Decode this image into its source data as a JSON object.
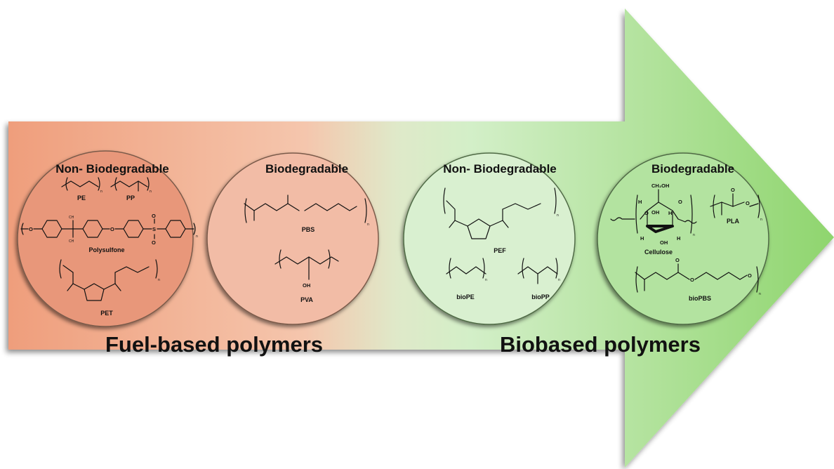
{
  "colors": {
    "fuel_start": "#ef9e7c",
    "fuel_mid": "#f5c6ad",
    "transition": "#dfe9c9",
    "bio_light": "#d3efc8",
    "bio_end": "#8fd56e",
    "circle_fuel_nb": "#e8977a",
    "circle_fuel_b": "#f2bca6",
    "circle_bio_nb": "#d9f0d0",
    "circle_bio_b": "#b3e3a0"
  },
  "band": {
    "fuel_label": "Fuel-based polymers",
    "bio_label": "Biobased polymers"
  },
  "circles": [
    {
      "title": "Non- Biodegradable",
      "group": "fuel-based",
      "polymers": [
        "PE",
        "PP",
        "Polysulfone",
        "PET"
      ]
    },
    {
      "title": "Biodegradable",
      "group": "fuel-based",
      "polymers": [
        "PBS",
        "PVA"
      ]
    },
    {
      "title": "Non- Biodegradable",
      "group": "biobased",
      "polymers": [
        "PEF",
        "bioPE",
        "bioPP"
      ]
    },
    {
      "title": "Biodegradable",
      "group": "biobased",
      "polymers": [
        "Cellulose",
        "PLA",
        "bioPBS"
      ]
    }
  ],
  "atoms": {
    "methyl": "CH",
    "methyl_sub": "3",
    "oxygen": "O",
    "sulfur": "S",
    "hydroxyl": "OH",
    "hydroxymethyl": "CH₂OH",
    "hydrogen": "H",
    "repeat": "n"
  }
}
